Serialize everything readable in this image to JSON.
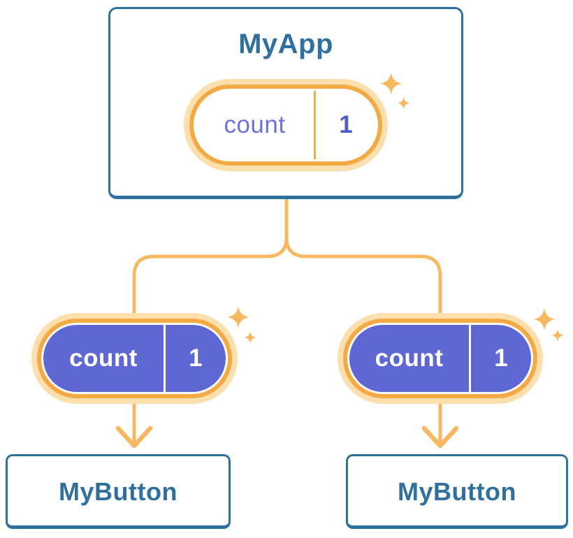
{
  "palette": {
    "pageBg": "#FFFFFF",
    "cardBg": "#FFFFFF",
    "blue": "#30709C",
    "purple": "#5F67D3",
    "purpleText": "#6B72DB",
    "purpleValue": "#4F59D0",
    "orange": "#F6B860",
    "orangeDeep": "#F3AA45",
    "cream": "#FBDFAD"
  },
  "tree": {
    "root": {
      "title": "MyApp",
      "state": {
        "name": "count",
        "value": "1"
      }
    },
    "children": [
      {
        "title": "MyButton",
        "state": {
          "name": "count",
          "value": "1"
        }
      },
      {
        "title": "MyButton",
        "state": {
          "name": "count",
          "value": "1"
        }
      }
    ]
  }
}
